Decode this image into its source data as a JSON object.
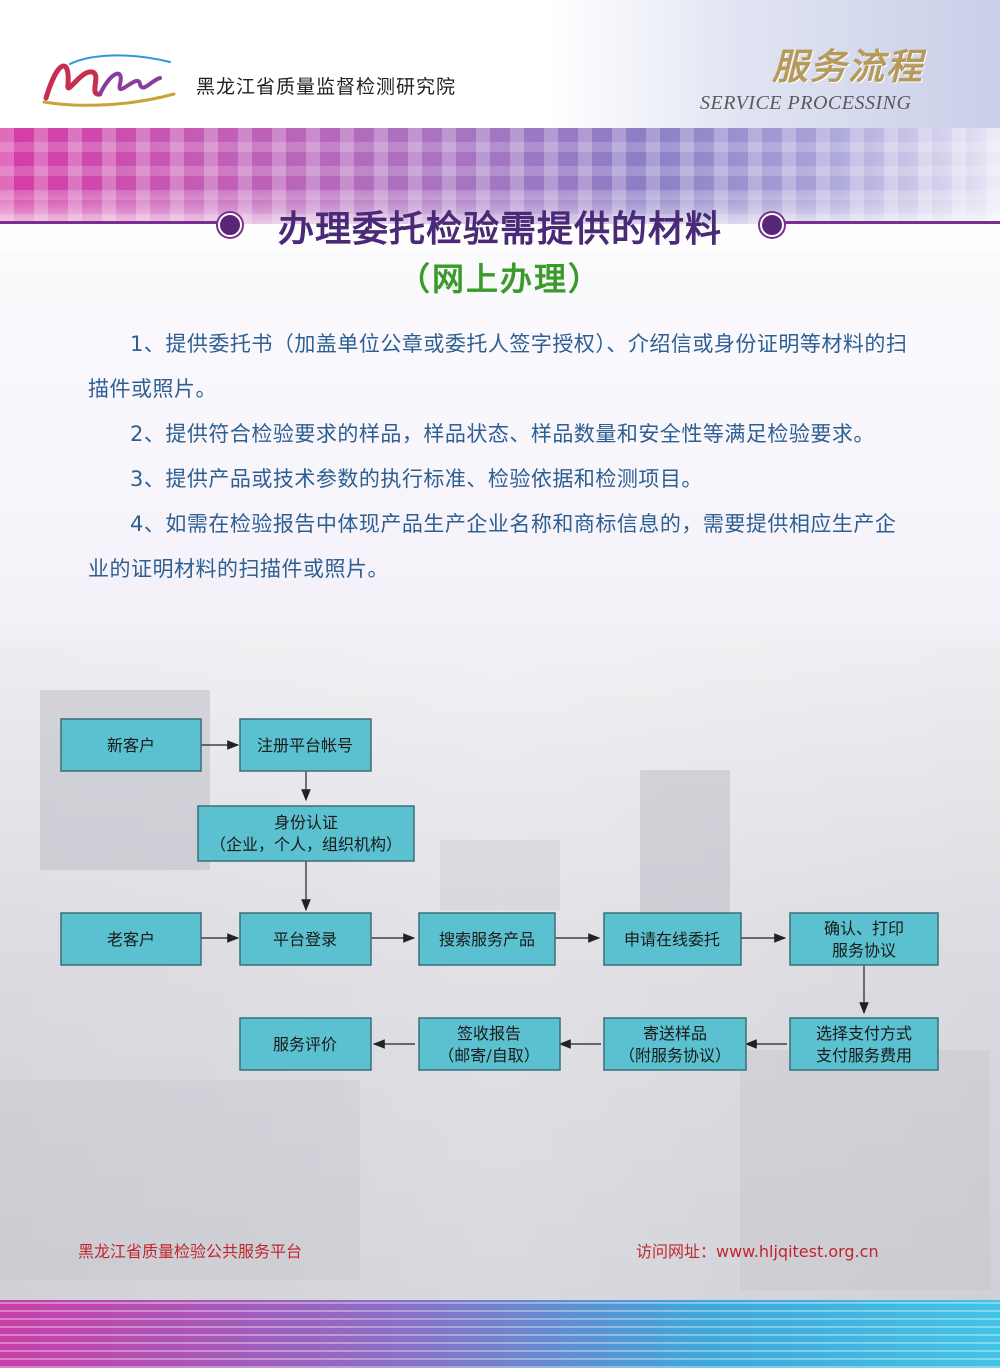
{
  "header": {
    "org_name": "黑龙江省质量监督检测研究院",
    "brand_cn": "服务流程",
    "brand_en": "SERVICE PROCESSING"
  },
  "title": {
    "main": "办理委托检验需提供的材料",
    "sub": "（网上办理）"
  },
  "paragraphs": [
    "1、提供委托书（加盖单位公章或委托人签字授权）、介绍信或身份证明等材料的扫描件或照片。",
    "2、提供符合检验要求的样品，样品状态、样品数量和安全性等满足检验要求。",
    "3、提供产品或技术参数的执行标准、检验依据和检测项目。",
    "4、如需在检验报告中体现产品生产企业名称和商标信息的，需要提供相应生产企业的证明材料的扫描件或照片。"
  ],
  "flow": {
    "new_customer": "新客户",
    "register": "注册平台帐号",
    "identity_line1": "身份认证",
    "identity_line2": "（企业，个人，组织机构）",
    "old_customer": "老客户",
    "login": "平台登录",
    "search": "搜索服务产品",
    "apply": "申请在线委托",
    "confirm_line1": "确认、打印",
    "confirm_line2": "服务协议",
    "payment_line1": "选择支付方式",
    "payment_line2": "支付服务费用",
    "send_line1": "寄送样品",
    "send_line2": "（附服务协议）",
    "receive_line1": "签收报告",
    "receive_line2": "（邮寄/自取）",
    "evaluate": "服务评价",
    "box_color": "#5bc0cf",
    "box_border": "#3a6f78"
  },
  "footer": {
    "platform": "黑龙江省质量检验公共服务平台",
    "website": "访问网址：www.hljqitest.org.cn"
  }
}
